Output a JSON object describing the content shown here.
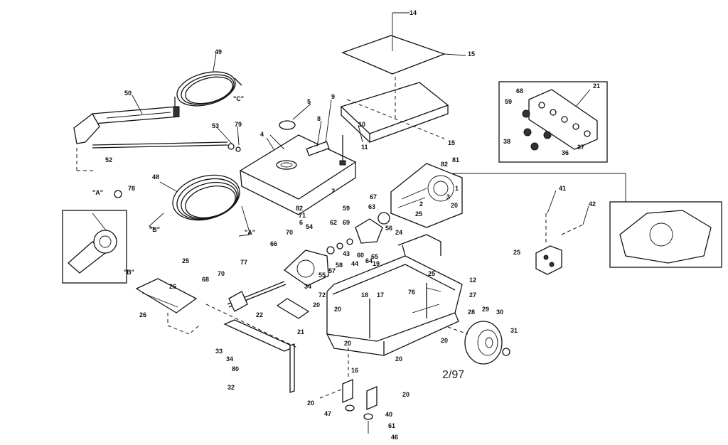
{
  "diagram": {
    "date_code": "2/97",
    "callouts": [
      {
        "id": "c14",
        "text": "14"
      },
      {
        "id": "c15a",
        "text": "15"
      },
      {
        "id": "c15b",
        "text": "15"
      },
      {
        "id": "c21",
        "text": "21"
      },
      {
        "id": "c68a",
        "text": "68"
      },
      {
        "id": "c59a",
        "text": "59"
      },
      {
        "id": "c38",
        "text": "38"
      },
      {
        "id": "c36",
        "text": "36"
      },
      {
        "id": "c37",
        "text": "37"
      },
      {
        "id": "c49",
        "text": "49"
      },
      {
        "id": "c50",
        "text": "50"
      },
      {
        "id": "cC",
        "text": "\"C\""
      },
      {
        "id": "c53",
        "text": "53"
      },
      {
        "id": "c79",
        "text": "79"
      },
      {
        "id": "c52",
        "text": "52"
      },
      {
        "id": "cA1",
        "text": "\"A\""
      },
      {
        "id": "c78",
        "text": "78"
      },
      {
        "id": "c5",
        "text": "5"
      },
      {
        "id": "c9",
        "text": "9"
      },
      {
        "id": "c4",
        "text": "4"
      },
      {
        "id": "c8",
        "text": "8"
      },
      {
        "id": "c10",
        "text": "10"
      },
      {
        "id": "c11",
        "text": "11"
      },
      {
        "id": "c81",
        "text": "81"
      },
      {
        "id": "c82a",
        "text": "82"
      },
      {
        "id": "c7",
        "text": "7"
      },
      {
        "id": "c82b",
        "text": "82"
      },
      {
        "id": "c6",
        "text": "6"
      },
      {
        "id": "c48",
        "text": "48"
      },
      {
        "id": "cB1",
        "text": "\"B\""
      },
      {
        "id": "cA2",
        "text": "\"A\""
      },
      {
        "id": "c67",
        "text": "67"
      },
      {
        "id": "c63",
        "text": "63"
      },
      {
        "id": "c20a",
        "text": "20"
      },
      {
        "id": "c41",
        "text": "41"
      },
      {
        "id": "c42",
        "text": "42"
      },
      {
        "id": "c25a",
        "text": "25"
      },
      {
        "id": "c71",
        "text": "71"
      },
      {
        "id": "c59b",
        "text": "59"
      },
      {
        "id": "c62",
        "text": "62"
      },
      {
        "id": "c69",
        "text": "69"
      },
      {
        "id": "c70a",
        "text": "70"
      },
      {
        "id": "c66",
        "text": "66"
      },
      {
        "id": "c54",
        "text": "54"
      },
      {
        "id": "c43",
        "text": "43"
      },
      {
        "id": "c60",
        "text": "60"
      },
      {
        "id": "c65",
        "text": "65"
      },
      {
        "id": "c44",
        "text": "44"
      },
      {
        "id": "c64",
        "text": "64"
      },
      {
        "id": "c58",
        "text": "58"
      },
      {
        "id": "c57",
        "text": "57"
      },
      {
        "id": "c55",
        "text": "55"
      },
      {
        "id": "c56",
        "text": "56"
      },
      {
        "id": "c24",
        "text": "24"
      },
      {
        "id": "c25b",
        "text": "25"
      },
      {
        "id": "c19",
        "text": "19"
      },
      {
        "id": "c12",
        "text": "12"
      },
      {
        "id": "c27",
        "text": "27"
      },
      {
        "id": "c25c",
        "text": "25"
      },
      {
        "id": "c76",
        "text": "76"
      },
      {
        "id": "c26a",
        "text": "26"
      },
      {
        "id": "c68b",
        "text": "68"
      },
      {
        "id": "c70b",
        "text": "70"
      },
      {
        "id": "c77",
        "text": "77"
      },
      {
        "id": "c34a",
        "text": "34"
      },
      {
        "id": "c72",
        "text": "72"
      },
      {
        "id": "c20b",
        "text": "20"
      },
      {
        "id": "c22",
        "text": "22"
      },
      {
        "id": "c18",
        "text": "18"
      },
      {
        "id": "c17",
        "text": "17"
      },
      {
        "id": "c20c",
        "text": "20"
      },
      {
        "id": "c21b",
        "text": "21"
      },
      {
        "id": "c33",
        "text": "33"
      },
      {
        "id": "c34b",
        "text": "34"
      },
      {
        "id": "c80",
        "text": "80"
      },
      {
        "id": "c32",
        "text": "32"
      },
      {
        "id": "c20d",
        "text": "20"
      },
      {
        "id": "c16",
        "text": "16"
      },
      {
        "id": "c20e",
        "text": "20"
      },
      {
        "id": "c20f",
        "text": "20"
      },
      {
        "id": "c28",
        "text": "28"
      },
      {
        "id": "c29",
        "text": "29"
      },
      {
        "id": "c30",
        "text": "30"
      },
      {
        "id": "c31",
        "text": "31"
      },
      {
        "id": "c20g",
        "text": "20"
      },
      {
        "id": "c47",
        "text": "47"
      },
      {
        "id": "c20h",
        "text": "20"
      },
      {
        "id": "c40",
        "text": "40"
      },
      {
        "id": "c61",
        "text": "61"
      },
      {
        "id": "c46",
        "text": "46"
      },
      {
        "id": "c26b",
        "text": "26"
      },
      {
        "id": "cB2",
        "text": "\"B\""
      },
      {
        "id": "c25d",
        "text": "25"
      },
      {
        "id": "c2",
        "text": "2"
      },
      {
        "id": "c3",
        "text": "3"
      },
      {
        "id": "c1",
        "text": "1"
      }
    ]
  }
}
